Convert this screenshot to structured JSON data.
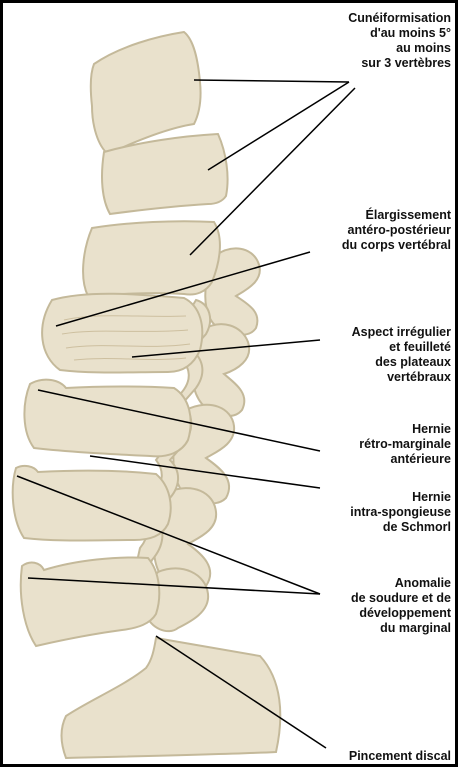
{
  "colors": {
    "bone_fill": "#e9e1cc",
    "bone_stroke": "#c4b99a",
    "bone_shadow": "#d6ccb1",
    "leader": "#000000",
    "text": "#111111",
    "frame": "#000000"
  },
  "annotations": [
    {
      "id": "cuneiformisation",
      "lines": [
        "Cunéiformisation",
        "d'au moins 5°",
        "au moins",
        "sur 3 vertèbres"
      ]
    },
    {
      "id": "elargissement",
      "lines": [
        "Élargissement",
        "antéro-postérieur",
        "du corps vertébral"
      ]
    },
    {
      "id": "aspect-irregulier",
      "lines": [
        "Aspect irrégulier",
        "et feuilleté",
        "des plateaux",
        "vertébraux"
      ]
    },
    {
      "id": "hernie-retro-marginale",
      "lines": [
        "Hernie",
        "rétro-marginale",
        "antérieure"
      ]
    },
    {
      "id": "hernie-intra-spongieuse",
      "lines": [
        "Hernie",
        "intra-spongieuse",
        "de Schmorl"
      ]
    },
    {
      "id": "anomalie-soudure",
      "lines": [
        "Anomalie",
        "de soudure et de",
        "développement",
        "du marginal"
      ]
    },
    {
      "id": "pincement-discal",
      "lines": [
        "Pincement discal"
      ]
    }
  ]
}
